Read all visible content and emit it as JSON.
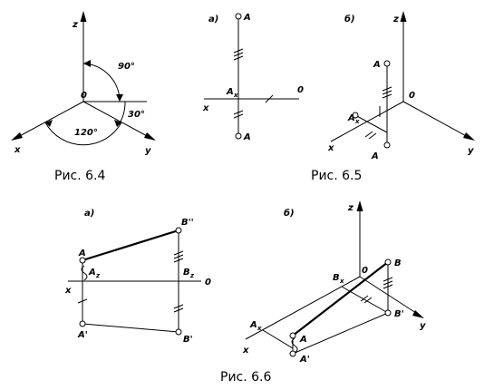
{
  "captions": {
    "fig64": "Рис. 6.4",
    "fig65": "Рис. 6.5",
    "fig66": "Рис. 6.6"
  },
  "fig64": {
    "z": "z",
    "x": "x",
    "y": "y",
    "o": "0",
    "angle_top": "90°",
    "angle_right": "30°",
    "angle_bottom": "120°"
  },
  "fig65": {
    "panel_a": "а)",
    "panel_b": "б)",
    "a_top": "A",
    "a_bottom": "A",
    "ax": "A",
    "ax_sub": "x",
    "zero": "0",
    "x": "x",
    "b_z": "z",
    "b_zero": "0",
    "b_x": "x",
    "b_y": "y",
    "b_A": "A",
    "b_Ax": "A",
    "b_Ax_sub": "x",
    "b_Ap": "A"
  },
  "fig66": {
    "panel_a": "а)",
    "panel_b": "б)",
    "a_A": "A",
    "a_B2": "B''",
    "a_Ax": "A",
    "a_Ax_sub": "z",
    "a_Bx": "B",
    "a_Bx_sub": "z",
    "a_x": "x",
    "a_zero": "0",
    "a_A1": "A'",
    "a_B1": "B'",
    "b_z": "z",
    "b_zero": "0",
    "b_Bx": "B",
    "b_Bx_sub": "x",
    "b_B": "B",
    "b_B1": "B'",
    "b_y": "y",
    "b_Ax": "A",
    "b_Ax_sub": "x",
    "b_x": "x",
    "b_A": "A",
    "b_A1": "A'"
  }
}
